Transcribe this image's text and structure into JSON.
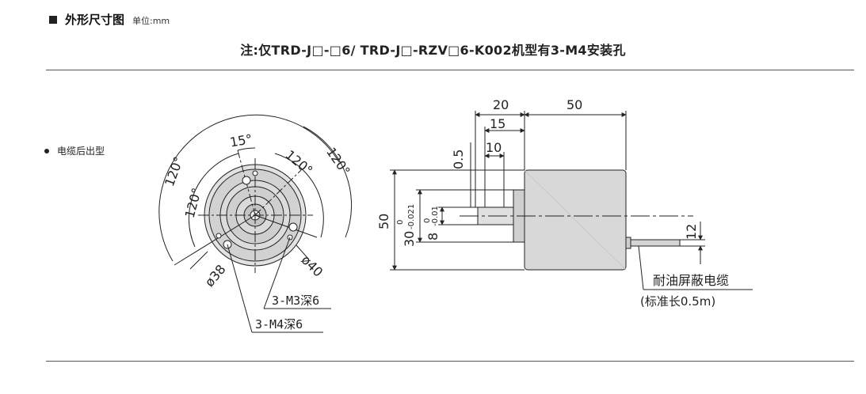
{
  "header": {
    "title": "外形尺寸图",
    "unit": "单位:mm"
  },
  "note": "注:仅TRD-J□-□6/ TRD-J□-RZV□6-K002机型有3-M4安装孔",
  "bullet_label": "电缆后出型",
  "front_view": {
    "angle_15": "15°",
    "angle_120_a": "120°",
    "angle_120_b": "120°",
    "angle_120_c": "120°",
    "angle_120_d": "120°",
    "dia_38": "ø38",
    "dia_40": "ø40",
    "m3_label": "3-M3深6",
    "m4_label": "3-M4深6"
  },
  "side_view": {
    "dim_20": "20",
    "dim_50_top": "50",
    "dim_15": "15",
    "dim_10": "10",
    "dim_05": "0.5",
    "dim_50_left": "50",
    "dim_30": "30",
    "dim_30_tol": "0",
    "dim_30_tol2": "-0.021",
    "dim_8": "8",
    "dim_8_tol": "0",
    "dim_8_tol2": "-0.01",
    "dim_12": "12",
    "cable_label": "耐油屏蔽电缆",
    "cable_length": "(标准长0.5m)"
  }
}
